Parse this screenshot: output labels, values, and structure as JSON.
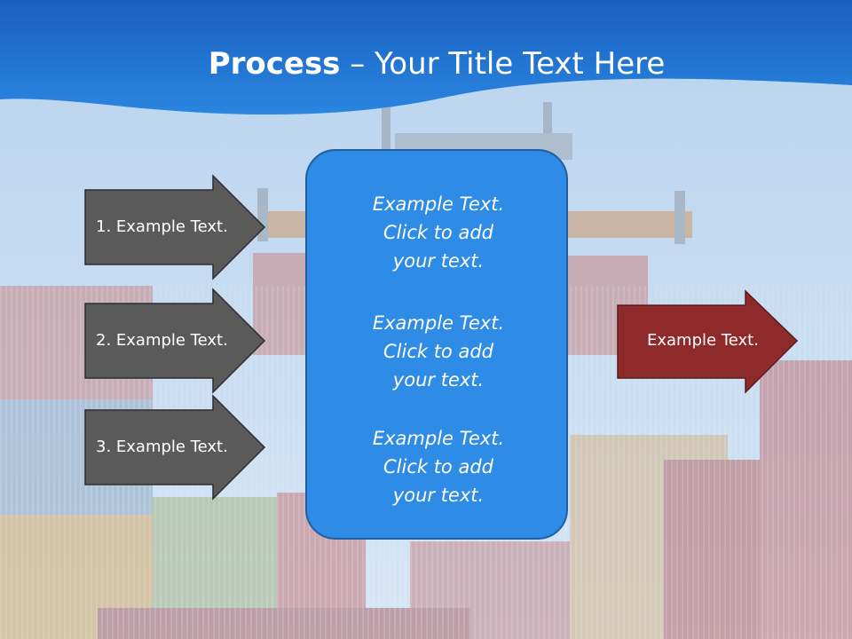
{
  "slide": {
    "title_bold": "Process",
    "title_rest": " – Your Title Text Here"
  },
  "left_arrows": [
    {
      "label": "1. Example Text."
    },
    {
      "label": "2. Example Text."
    },
    {
      "label": "3. Example Text."
    }
  ],
  "center_box": {
    "blocks": [
      {
        "line1": "Example Text.",
        "line2": "Click  to add",
        "line3": "your text."
      },
      {
        "line1": "Example Text.",
        "line2": "Click  to add",
        "line3": "your text."
      },
      {
        "line1": "Example Text.",
        "line2": "Click  to add",
        "line3": "your text."
      }
    ]
  },
  "right_arrow": {
    "label": "Example Text."
  },
  "colors": {
    "header_blue": "#1f6fd1",
    "box_blue": "#2e8be6",
    "gray_arrow": "#5a5a5a",
    "red_arrow": "#8e2a2a"
  }
}
